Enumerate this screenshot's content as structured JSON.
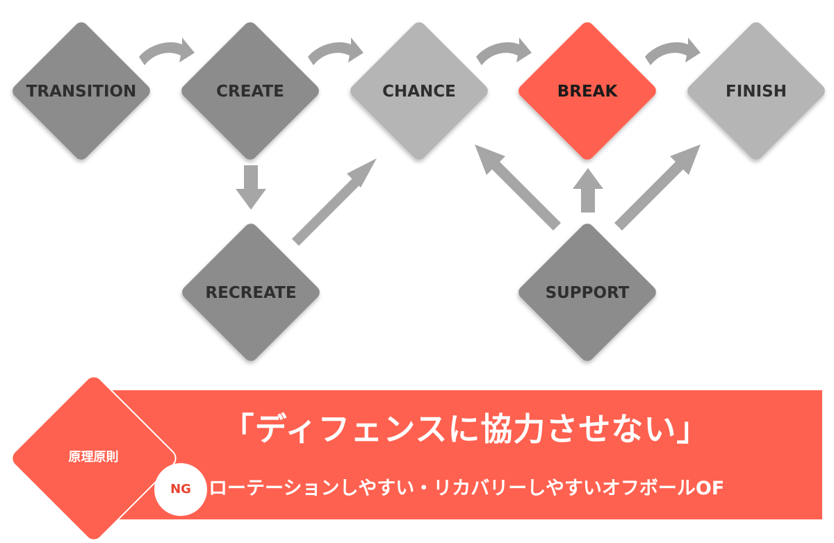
{
  "diagram": {
    "nodes": [
      {
        "id": "transition",
        "label": "TRANSITION",
        "color": "#8c8c8c"
      },
      {
        "id": "create",
        "label": "CREATE",
        "color": "#8c8c8c"
      },
      {
        "id": "chance",
        "label": "CHANCE",
        "color": "#b5b5b5"
      },
      {
        "id": "break",
        "label": "BREAK",
        "color": "#ff6150"
      },
      {
        "id": "finish",
        "label": "FINISH",
        "color": "#b5b5b5"
      },
      {
        "id": "recreate",
        "label": "RECREATE",
        "color": "#8c8c8c"
      },
      {
        "id": "support",
        "label": "SUPPORT",
        "color": "#8c8c8c"
      }
    ],
    "edges": [
      {
        "from": "transition",
        "to": "create"
      },
      {
        "from": "create",
        "to": "chance"
      },
      {
        "from": "chance",
        "to": "break"
      },
      {
        "from": "break",
        "to": "finish"
      },
      {
        "from": "create",
        "to": "recreate"
      },
      {
        "from": "recreate",
        "to": "chance"
      },
      {
        "from": "support",
        "to": "chance"
      },
      {
        "from": "support",
        "to": "break"
      },
      {
        "from": "support",
        "to": "finish"
      }
    ],
    "arrow_color": "#a6a6a6"
  },
  "banner": {
    "color": "#ff6150",
    "principle_label": "原理原則",
    "headline": "「ディフェンスに協力させない」",
    "ng_badge": "NG",
    "ng_text": "ローテーションしやすい・リカバリーしやすいオフボールOF"
  }
}
